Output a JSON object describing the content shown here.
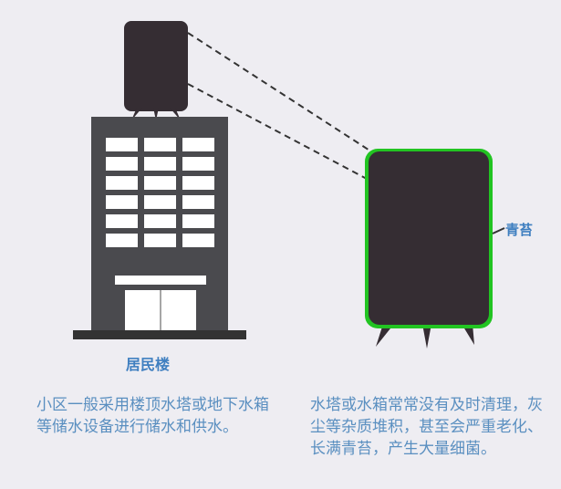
{
  "labels": {
    "building": "居民楼",
    "moss": "青苔"
  },
  "descriptions": {
    "left": "小区一般采用楼顶水塔或地下水箱等储水设备进行储水和供水。",
    "right": "水塔或水箱常常没有及时清理，灰尘等杂质堆积，甚至会严重老化、长满青苔，产生大量细菌。"
  },
  "colors": {
    "tank": "#352d33",
    "building": "#4a4a4e",
    "moss": "#22c422",
    "text": "#5a8fc0"
  }
}
